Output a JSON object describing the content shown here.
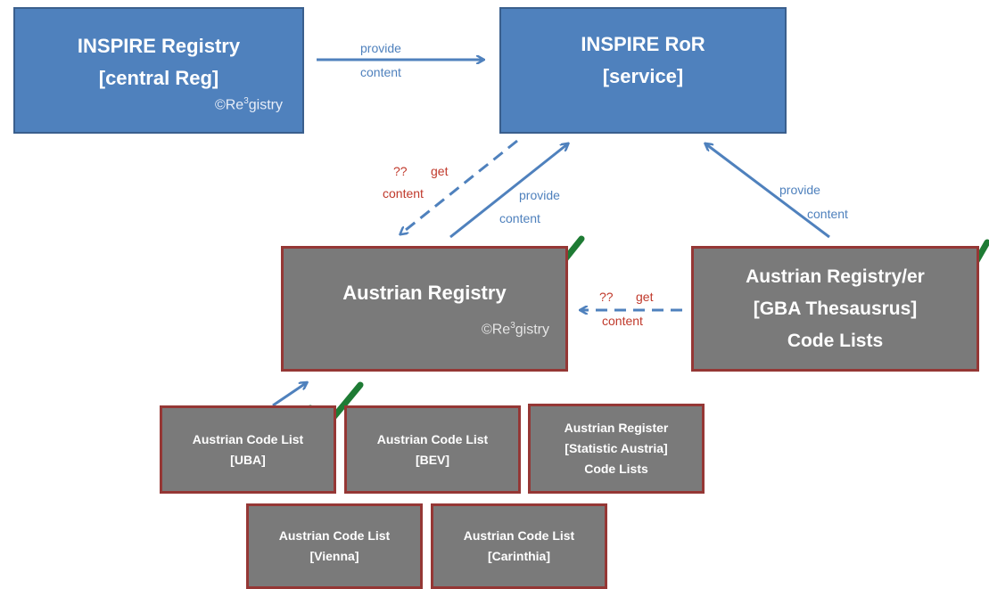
{
  "boxes": {
    "inspire_registry": {
      "line1": "INSPIRE Registry",
      "line2": "[central Reg]",
      "copyright": "Re",
      "copyright_sup": "3",
      "copyright_tail": "gistry"
    },
    "inspire_ror": {
      "line1": "INSPIRE RoR",
      "line2": "[service]"
    },
    "austrian_registry": {
      "line1": "Austrian Registry",
      "copyright": "Re",
      "copyright_sup": "3",
      "copyright_tail": "gistry"
    },
    "austrian_registry_er": {
      "line1": "Austrian Registry/er",
      "line2": "[GBA Thesausrus]",
      "line3": "Code Lists"
    },
    "code_list_uba": {
      "line1": "Austrian Code List",
      "line2": "[UBA]"
    },
    "code_list_bev": {
      "line1": "Austrian Code List",
      "line2": "[BEV]"
    },
    "register_statistic": {
      "line1": "Austrian Register",
      "line2": "[Statistic Austria]",
      "line3": "Code Lists"
    },
    "code_list_vienna": {
      "line1": "Austrian Code List",
      "line2": "[Vienna]"
    },
    "code_list_carinthia": {
      "line1": "Austrian Code List",
      "line2": "[Carinthia]"
    }
  },
  "labels": {
    "top_provide": "provide",
    "top_content": "content",
    "mid_q": "??",
    "mid_get": "get",
    "mid_content_red": "content",
    "mid_provide": "provide",
    "mid_content_blue": "content",
    "right_provide": "provide",
    "right_content": "content",
    "side_q": "??",
    "side_get": "get",
    "side_content": "content"
  },
  "copyright_symbol": "©",
  "colors": {
    "box_blue": "#4f81bd",
    "box_grey": "#7a7a7a",
    "border_red": "#953735",
    "arrow": "#4f81bd",
    "check": "#1e7b34",
    "label_red": "#c0392b"
  }
}
